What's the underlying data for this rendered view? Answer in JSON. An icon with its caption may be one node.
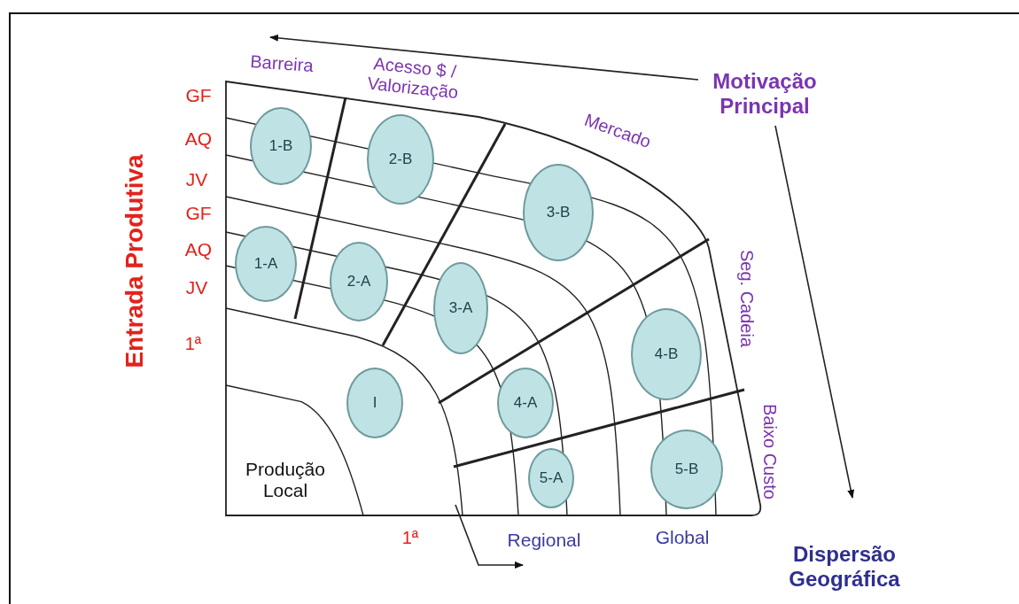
{
  "diagram": {
    "nodes": [
      {
        "text": [
          "1-B"
        ]
      },
      {
        "text": [
          "2-B"
        ]
      },
      {
        "text": [
          "3-B"
        ]
      },
      {
        "text": [
          "1-A"
        ]
      },
      {
        "text": [
          "2-A"
        ]
      },
      {
        "text": [
          "3-A"
        ]
      },
      {
        "text": [
          "4-B"
        ]
      },
      {
        "text": [
          "I"
        ]
      },
      {
        "text": [
          "4-A"
        ]
      },
      {
        "text": [
          "5-A"
        ]
      },
      {
        "text": [
          "5-B"
        ]
      }
    ],
    "labels": [
      "Barreira",
      "Acesso $ / Valorização",
      "Motivação Principal",
      "Mercado",
      "GF",
      "AQ",
      "JV",
      "GF",
      "AQ",
      "JV",
      "Entrada Produtiva",
      "Seg. Cadeia",
      "1ª",
      "Baixo Custo",
      "Produção Local",
      "1ª",
      "Regional",
      "Global",
      "Dispersão Geográfica"
    ]
  }
}
